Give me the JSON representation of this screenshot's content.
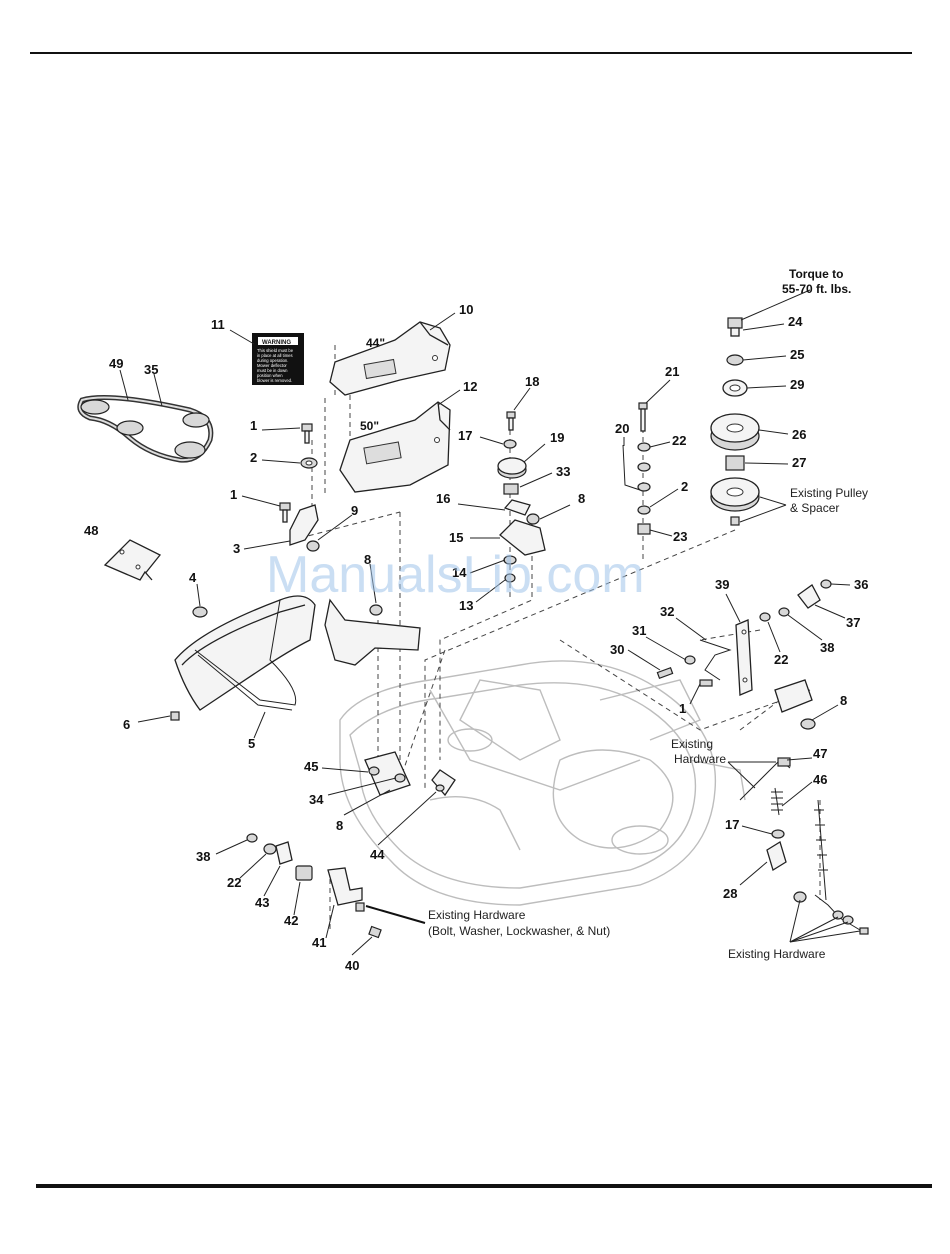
{
  "watermark": "ManualsLib.com",
  "annotations": {
    "torque": [
      "Torque to",
      "55-70 ft. lbs."
    ],
    "existing_pulley": [
      "Existing Pulley",
      "& Spacer"
    ],
    "existing_hardware_top": [
      "Existing",
      "Hardware"
    ],
    "existing_hardware_bolt": [
      "Existing Hardware",
      "(Bolt, Washer, Lockwasher, & Nut)"
    ],
    "existing_hardware_bottom": "Existing Hardware",
    "size_44": "44\"",
    "size_50": "50\""
  },
  "warning_label": {
    "title": "WARNING",
    "lines": [
      "This shield must be",
      "in place at all times",
      "during operation.",
      "Mower deflector",
      "must be in down",
      "position when",
      "blower is removed."
    ]
  },
  "callouts": [
    {
      "id": "c11",
      "text": "11"
    },
    {
      "id": "c10",
      "text": "10"
    },
    {
      "id": "c49",
      "text": "49"
    },
    {
      "id": "c35",
      "text": "35"
    },
    {
      "id": "c12",
      "text": "12"
    },
    {
      "id": "c1a",
      "text": "1"
    },
    {
      "id": "c2a",
      "text": "2"
    },
    {
      "id": "c1b",
      "text": "1"
    },
    {
      "id": "c9",
      "text": "9"
    },
    {
      "id": "c3",
      "text": "3"
    },
    {
      "id": "c48",
      "text": "48"
    },
    {
      "id": "c4",
      "text": "4"
    },
    {
      "id": "c8a",
      "text": "8"
    },
    {
      "id": "c6",
      "text": "6"
    },
    {
      "id": "c5",
      "text": "5"
    },
    {
      "id": "c18",
      "text": "18"
    },
    {
      "id": "c17a",
      "text": "17"
    },
    {
      "id": "c19",
      "text": "19"
    },
    {
      "id": "c33",
      "text": "33"
    },
    {
      "id": "c16",
      "text": "16"
    },
    {
      "id": "c8b",
      "text": "8"
    },
    {
      "id": "c15",
      "text": "15"
    },
    {
      "id": "c14",
      "text": "14"
    },
    {
      "id": "c13",
      "text": "13"
    },
    {
      "id": "c21",
      "text": "21"
    },
    {
      "id": "c20",
      "text": "20"
    },
    {
      "id": "c22a",
      "text": "22"
    },
    {
      "id": "c2b",
      "text": "2"
    },
    {
      "id": "c23",
      "text": "23"
    },
    {
      "id": "c24",
      "text": "24"
    },
    {
      "id": "c25",
      "text": "25"
    },
    {
      "id": "c29",
      "text": "29"
    },
    {
      "id": "c26",
      "text": "26"
    },
    {
      "id": "c27",
      "text": "27"
    },
    {
      "id": "c39",
      "text": "39"
    },
    {
      "id": "c36",
      "text": "36"
    },
    {
      "id": "c37",
      "text": "37"
    },
    {
      "id": "c32",
      "text": "32"
    },
    {
      "id": "c31",
      "text": "31"
    },
    {
      "id": "c30",
      "text": "30"
    },
    {
      "id": "c22b",
      "text": "22"
    },
    {
      "id": "c38a",
      "text": "38"
    },
    {
      "id": "c1c",
      "text": "1"
    },
    {
      "id": "c8c",
      "text": "8"
    },
    {
      "id": "c47",
      "text": "47"
    },
    {
      "id": "c46",
      "text": "46"
    },
    {
      "id": "c17b",
      "text": "17"
    },
    {
      "id": "c28",
      "text": "28"
    },
    {
      "id": "c45",
      "text": "45"
    },
    {
      "id": "c34",
      "text": "34"
    },
    {
      "id": "c8d",
      "text": "8"
    },
    {
      "id": "c44",
      "text": "44"
    },
    {
      "id": "c38b",
      "text": "38"
    },
    {
      "id": "c22c",
      "text": "22"
    },
    {
      "id": "c43",
      "text": "43"
    },
    {
      "id": "c42",
      "text": "42"
    },
    {
      "id": "c41",
      "text": "41"
    },
    {
      "id": "c40",
      "text": "40"
    }
  ]
}
